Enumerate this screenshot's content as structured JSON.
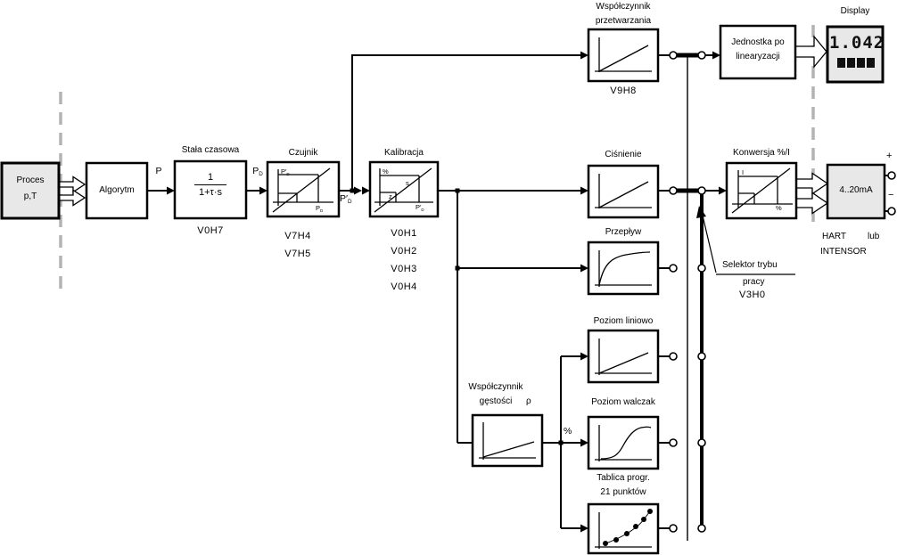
{
  "colors": {
    "line": "#000000",
    "box_fill_gray": "#e8e8e8",
    "dashed_gray": "#b3b3b3"
  },
  "diagram": {
    "process": {
      "line1": "Proces",
      "line2": "p,T"
    },
    "algorithm": {
      "label": "Algorytm"
    },
    "time_constant": {
      "title": "Stała czasowa",
      "numerator": "1",
      "denominator": "1+τ·s",
      "code": "V0H7"
    },
    "signal_p": "P",
    "signal_pd": {
      "main": "P",
      "sub": "D"
    },
    "signal_ppd": {
      "main": "P′",
      "sub": "D"
    },
    "sensor": {
      "title": "Czujnik",
      "code1": "V7H4",
      "code2": "V7H5",
      "y_main": "P′",
      "y_sub": "D",
      "x_main": "P",
      "x_sub": "D"
    },
    "calibration": {
      "title": "Kalibracja",
      "code1": "V0H1",
      "code2": "V0H2",
      "code3": "V0H3",
      "code4": "V0H4",
      "y": "%",
      "span": "s",
      "zero": "z",
      "x_main": "P′",
      "x_sub": "D"
    },
    "scaling": {
      "line1": "Współczynnik",
      "line2": "przetwarzania",
      "code": "V9H8"
    },
    "unit_block": {
      "line1": "Jednostka po",
      "line2": "linearyzacji"
    },
    "display": {
      "title": "Display",
      "value": "1.042"
    },
    "pressure_block": {
      "title": "Ciśnienie"
    },
    "flow_block": {
      "title": "Przepływ"
    },
    "level_linear_block": {
      "title": "Poziom liniowo"
    },
    "level_cylinder_block": {
      "title": "Poziom walczak"
    },
    "table_block": {
      "line1": "Tablica progr.",
      "line2": "21 punktów"
    },
    "density": {
      "line1": "Współczynnik",
      "line2": "gęstości",
      "symbol": "ρ",
      "percent": "%"
    },
    "selector": {
      "line1": "Selektor trybu",
      "line2": "pracy",
      "code": "V3H0"
    },
    "conversion": {
      "title": "Konwersja %/I",
      "y": "I",
      "x": "%"
    },
    "current_output": {
      "label": "4..20mA",
      "plus": "+",
      "minus": "−",
      "hart": "HART",
      "or": "lub",
      "intensor": "INTENSOR"
    }
  }
}
